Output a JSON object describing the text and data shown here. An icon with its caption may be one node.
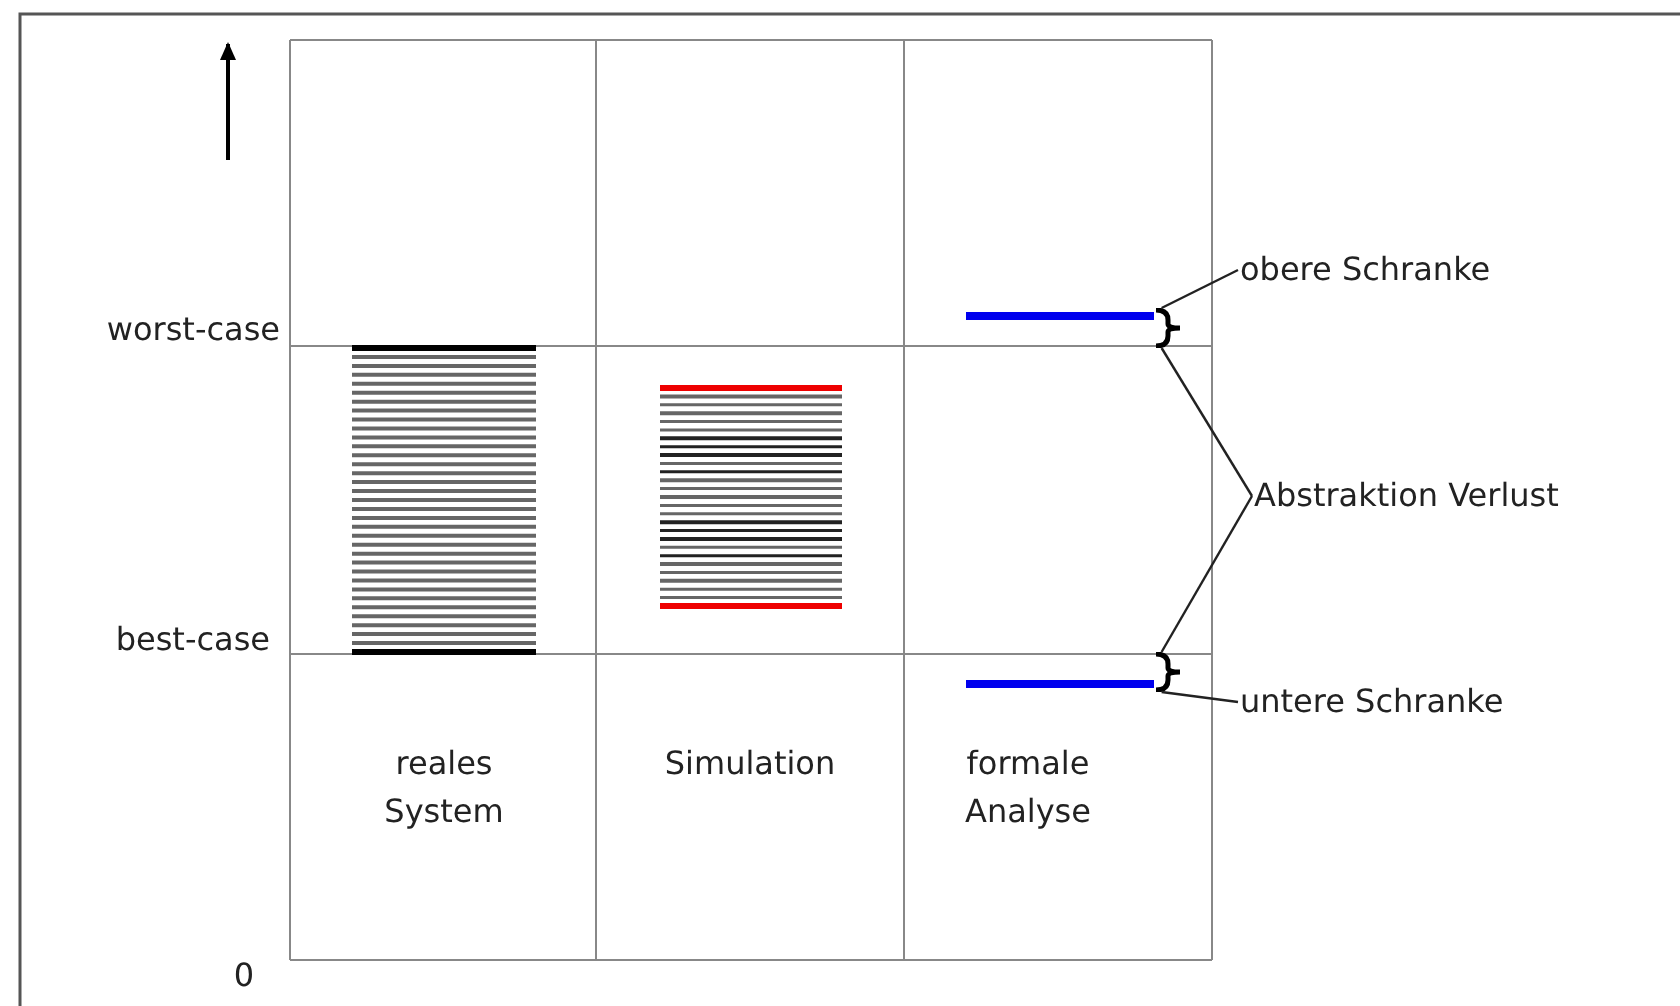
{
  "diagram": {
    "nodes": [
      {
        "text": [
          "obere Schranke"
        ]
      },
      {
        "text": [],
        "shape": "bracket"
      },
      {
        "text": [
          "Abstraktion Verlust"
        ]
      },
      {
        "text": [],
        "shape": "bracket"
      },
      {
        "text": [
          "untere Schranke"
        ]
      }
    ],
    "edges": [
      {
        "from": 0,
        "to": 1,
        "arrow": "none"
      },
      {
        "from": 2,
        "to": 1,
        "arrow": "none"
      },
      {
        "from": 2,
        "to": 3,
        "arrow": "none"
      },
      {
        "from": 4,
        "to": 3,
        "arrow": "none"
      }
    ],
    "labels": [
      "worst-case",
      "best-case",
      "0",
      "reales System",
      "Simulation",
      "formale Analyse"
    ]
  }
}
